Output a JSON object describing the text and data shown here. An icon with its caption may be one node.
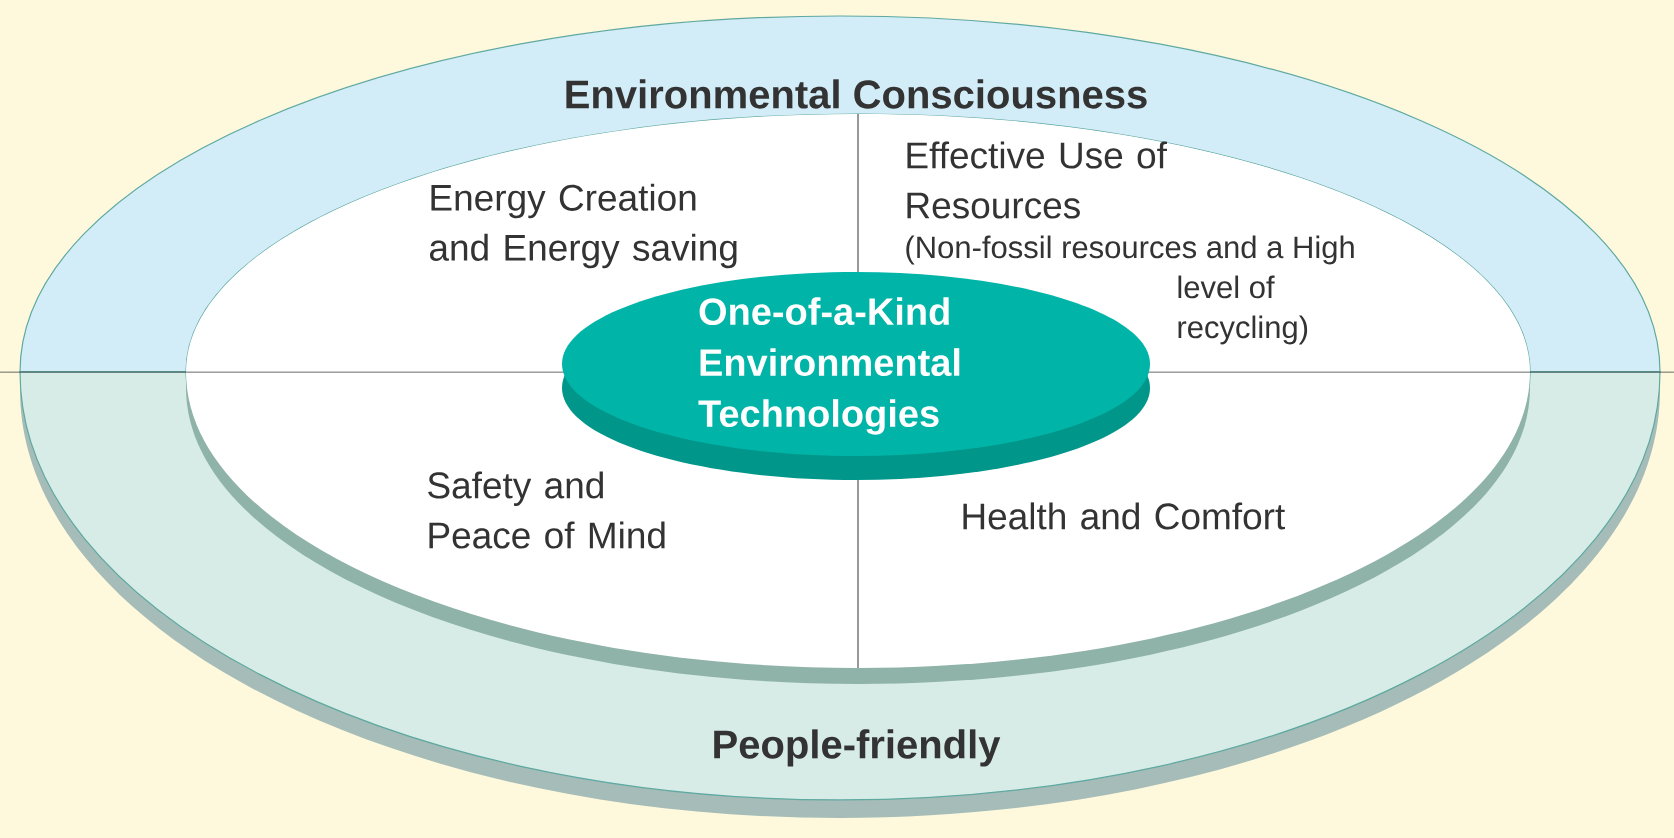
{
  "diagram": {
    "nodes": [
      {
        "text": [
          "Environmental Consciousness"
        ]
      },
      {
        "text": [
          "People-friendly"
        ]
      },
      {
        "text": [
          "One-of-a-Kind Environmental Technologies"
        ]
      }
    ],
    "labels": [
      "Energy Creation and Energy saving",
      "Effective Use of Resources",
      "(Non-fossil resources and a High level of recycling)",
      "Safety and Peace of Mind",
      "Health and Comfort"
    ]
  }
}
